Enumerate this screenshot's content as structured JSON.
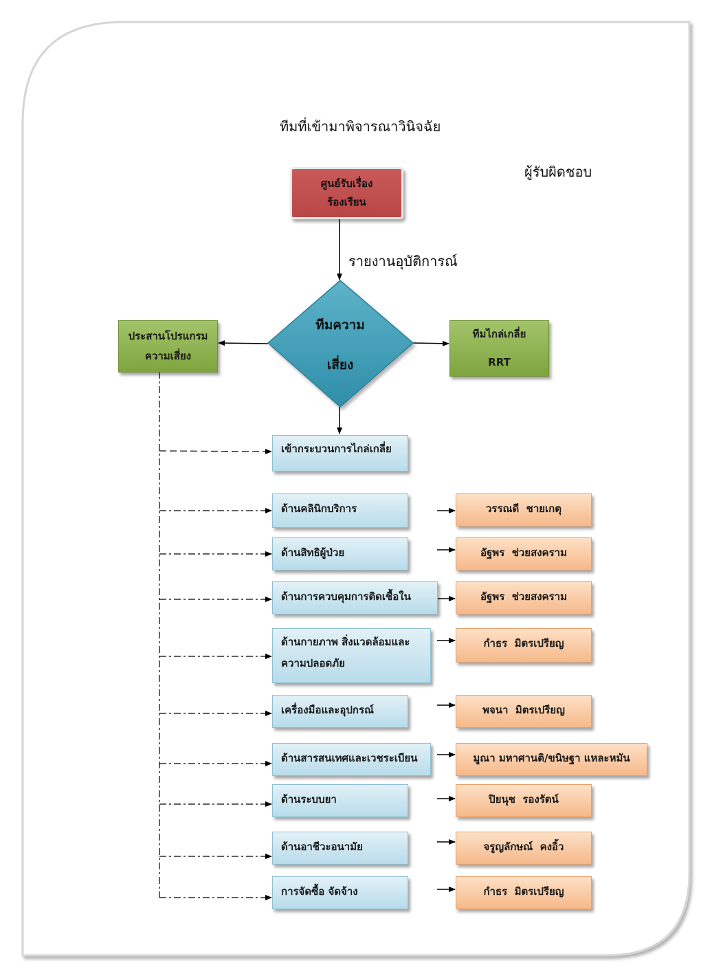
{
  "title": "ทีมที่เข้ามาพิจารณาวินิจฉัย",
  "responsible_heading": "ผู้รับผิดชอบ",
  "report_label": "รายงานอุบัติการณ์",
  "nodes": {
    "complaint_center": [
      "ศูนย์รับเรื่อง",
      "ร้องเรียน"
    ],
    "risk_team": [
      "ทีมความ",
      "เสี่ยง"
    ],
    "risk_coordination": [
      "ประสานโปรแกรม",
      "ความเสี่ยง"
    ],
    "mediation_team": [
      "ทีมไกล่เกลี่ย",
      "RRT"
    ],
    "mediation_process": "เข้ากระบวนการไกล่เกลี่ย"
  },
  "areas": [
    {
      "name": [
        "ด้านคลินิกบริการ"
      ],
      "responsible": "วรรณดี  ชายเกตุ"
    },
    {
      "name": [
        "ด้านสิทธิผู้ป่วย"
      ],
      "responsible": "อัฐพร  ช่วยสงคราม"
    },
    {
      "name": [
        "ด้านการควบคุมการติดเชื้อใน"
      ],
      "responsible": "อัฐพร  ช่วยสงคราม"
    },
    {
      "name": [
        "ด้านกายภาพ สิ่งแวดล้อมและ",
        "ความปลอดภัย"
      ],
      "responsible": "กำธร  มิตรเปรียญ"
    },
    {
      "name": [
        "เครื่องมือและอุปกรณ์"
      ],
      "responsible": "พจนา  มิตรเปรียญ"
    },
    {
      "name": [
        "ด้านสารสนเทศและเวชระเบียน"
      ],
      "responsible": "มูณา มหาศานติ/ขนิษฐา แหละหมัน"
    },
    {
      "name": [
        "ด้านระบบยา"
      ],
      "responsible": "ปิยนุช  รองรัตน์"
    },
    {
      "name": [
        "ด้านอาชีวะอนามัย"
      ],
      "responsible": "จรูญลักษณ์  คงอิ้ว"
    },
    {
      "name": [
        "การจัดซื้อ จัดจ้าง"
      ],
      "responsible": "กำธร  มิตรเปรียญ"
    }
  ]
}
